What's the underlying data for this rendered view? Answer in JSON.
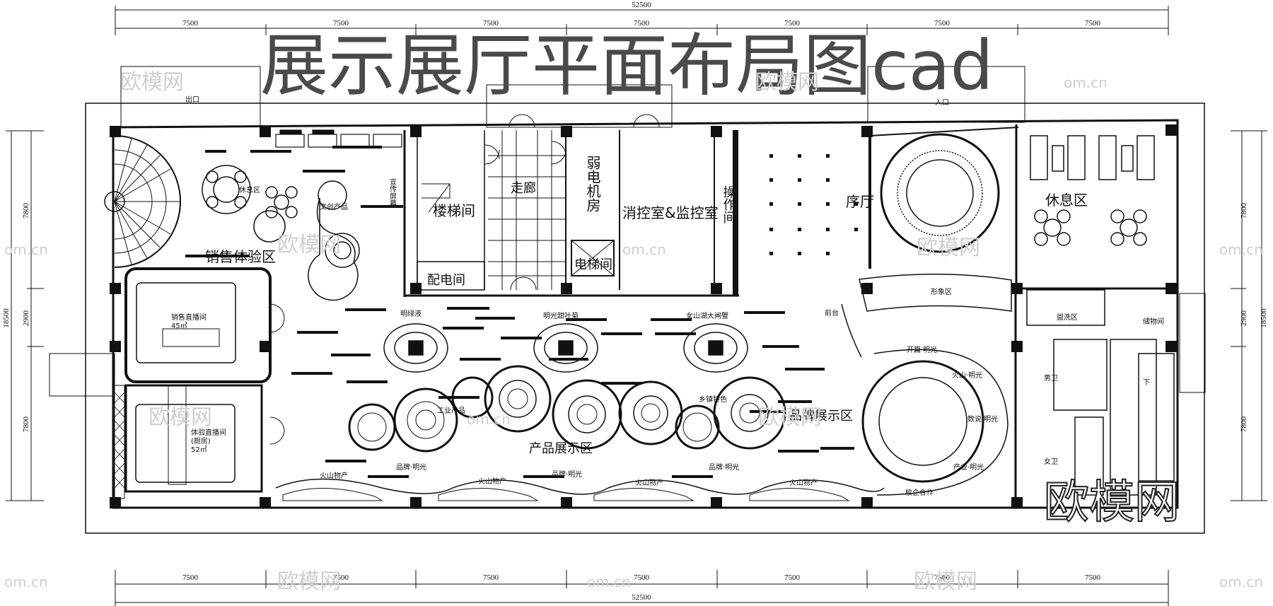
{
  "title": "展示展厅平面布局图cad",
  "dimensions": {
    "total": "52500",
    "segments": [
      "7500",
      "7500",
      "7500",
      "7500",
      "7500",
      "7500",
      "7500"
    ],
    "left": [
      "7800",
      "2900",
      "7800"
    ],
    "left_total": "18500",
    "right": [
      "7800",
      "2900",
      "7800"
    ],
    "right_total": "18500"
  },
  "rooms": {
    "exit": "出口",
    "entrance": "入口",
    "sales_experience": "销售体验区",
    "rest_area_top": "休息区",
    "wenchuang": "文创产品",
    "xuanchuan": "宣传屏幕",
    "stairs": "楼梯间",
    "corridor": "走廊",
    "weak_power": "弱电机房",
    "control": "消控室&监控室",
    "operation": "操作间",
    "lobby": "序厅",
    "rest_area": "休息区",
    "elevator": "电梯间",
    "power_room": "配电间",
    "live_room_1": "销售直播间",
    "live_room_1_area": "45㎡",
    "live_room_2": "体验直播间",
    "live_room_2_sub": "(厨房)",
    "live_room_2_area": "52㎡",
    "image_area": "形象区",
    "front_desk": "前台",
    "wash_area": "盥洗区",
    "brand_area": "品牌展示区",
    "product_area": "产品展示区",
    "mingluye": "明绿液",
    "mingguang_tea": "明光甜叶菊",
    "nvshanhu": "女山湖大闸蟹",
    "gongye": "工业产品",
    "xiangzhen": "乡镇特色",
    "huoshan_1": "火山物产",
    "huoshan_2": "火山物产",
    "huoshan_3": "火山物产",
    "huoshan_4": "火山物产",
    "pinpai_1": "品牌·明光",
    "pinpai_2": "品牌·明光",
    "pinpai_3": "品牌·明光",
    "kaipian": "开篇·明光",
    "huoli": "火山·明光",
    "shuju": "数说·明光",
    "chanye": "产业·明光",
    "xiaoqi": "校企合作",
    "wc_m": "男卫",
    "wc_f": "女卫",
    "wudu": "储物间",
    "down": "下"
  },
  "watermarks": {
    "brand": "欧模网",
    "domain": "om.cn"
  }
}
